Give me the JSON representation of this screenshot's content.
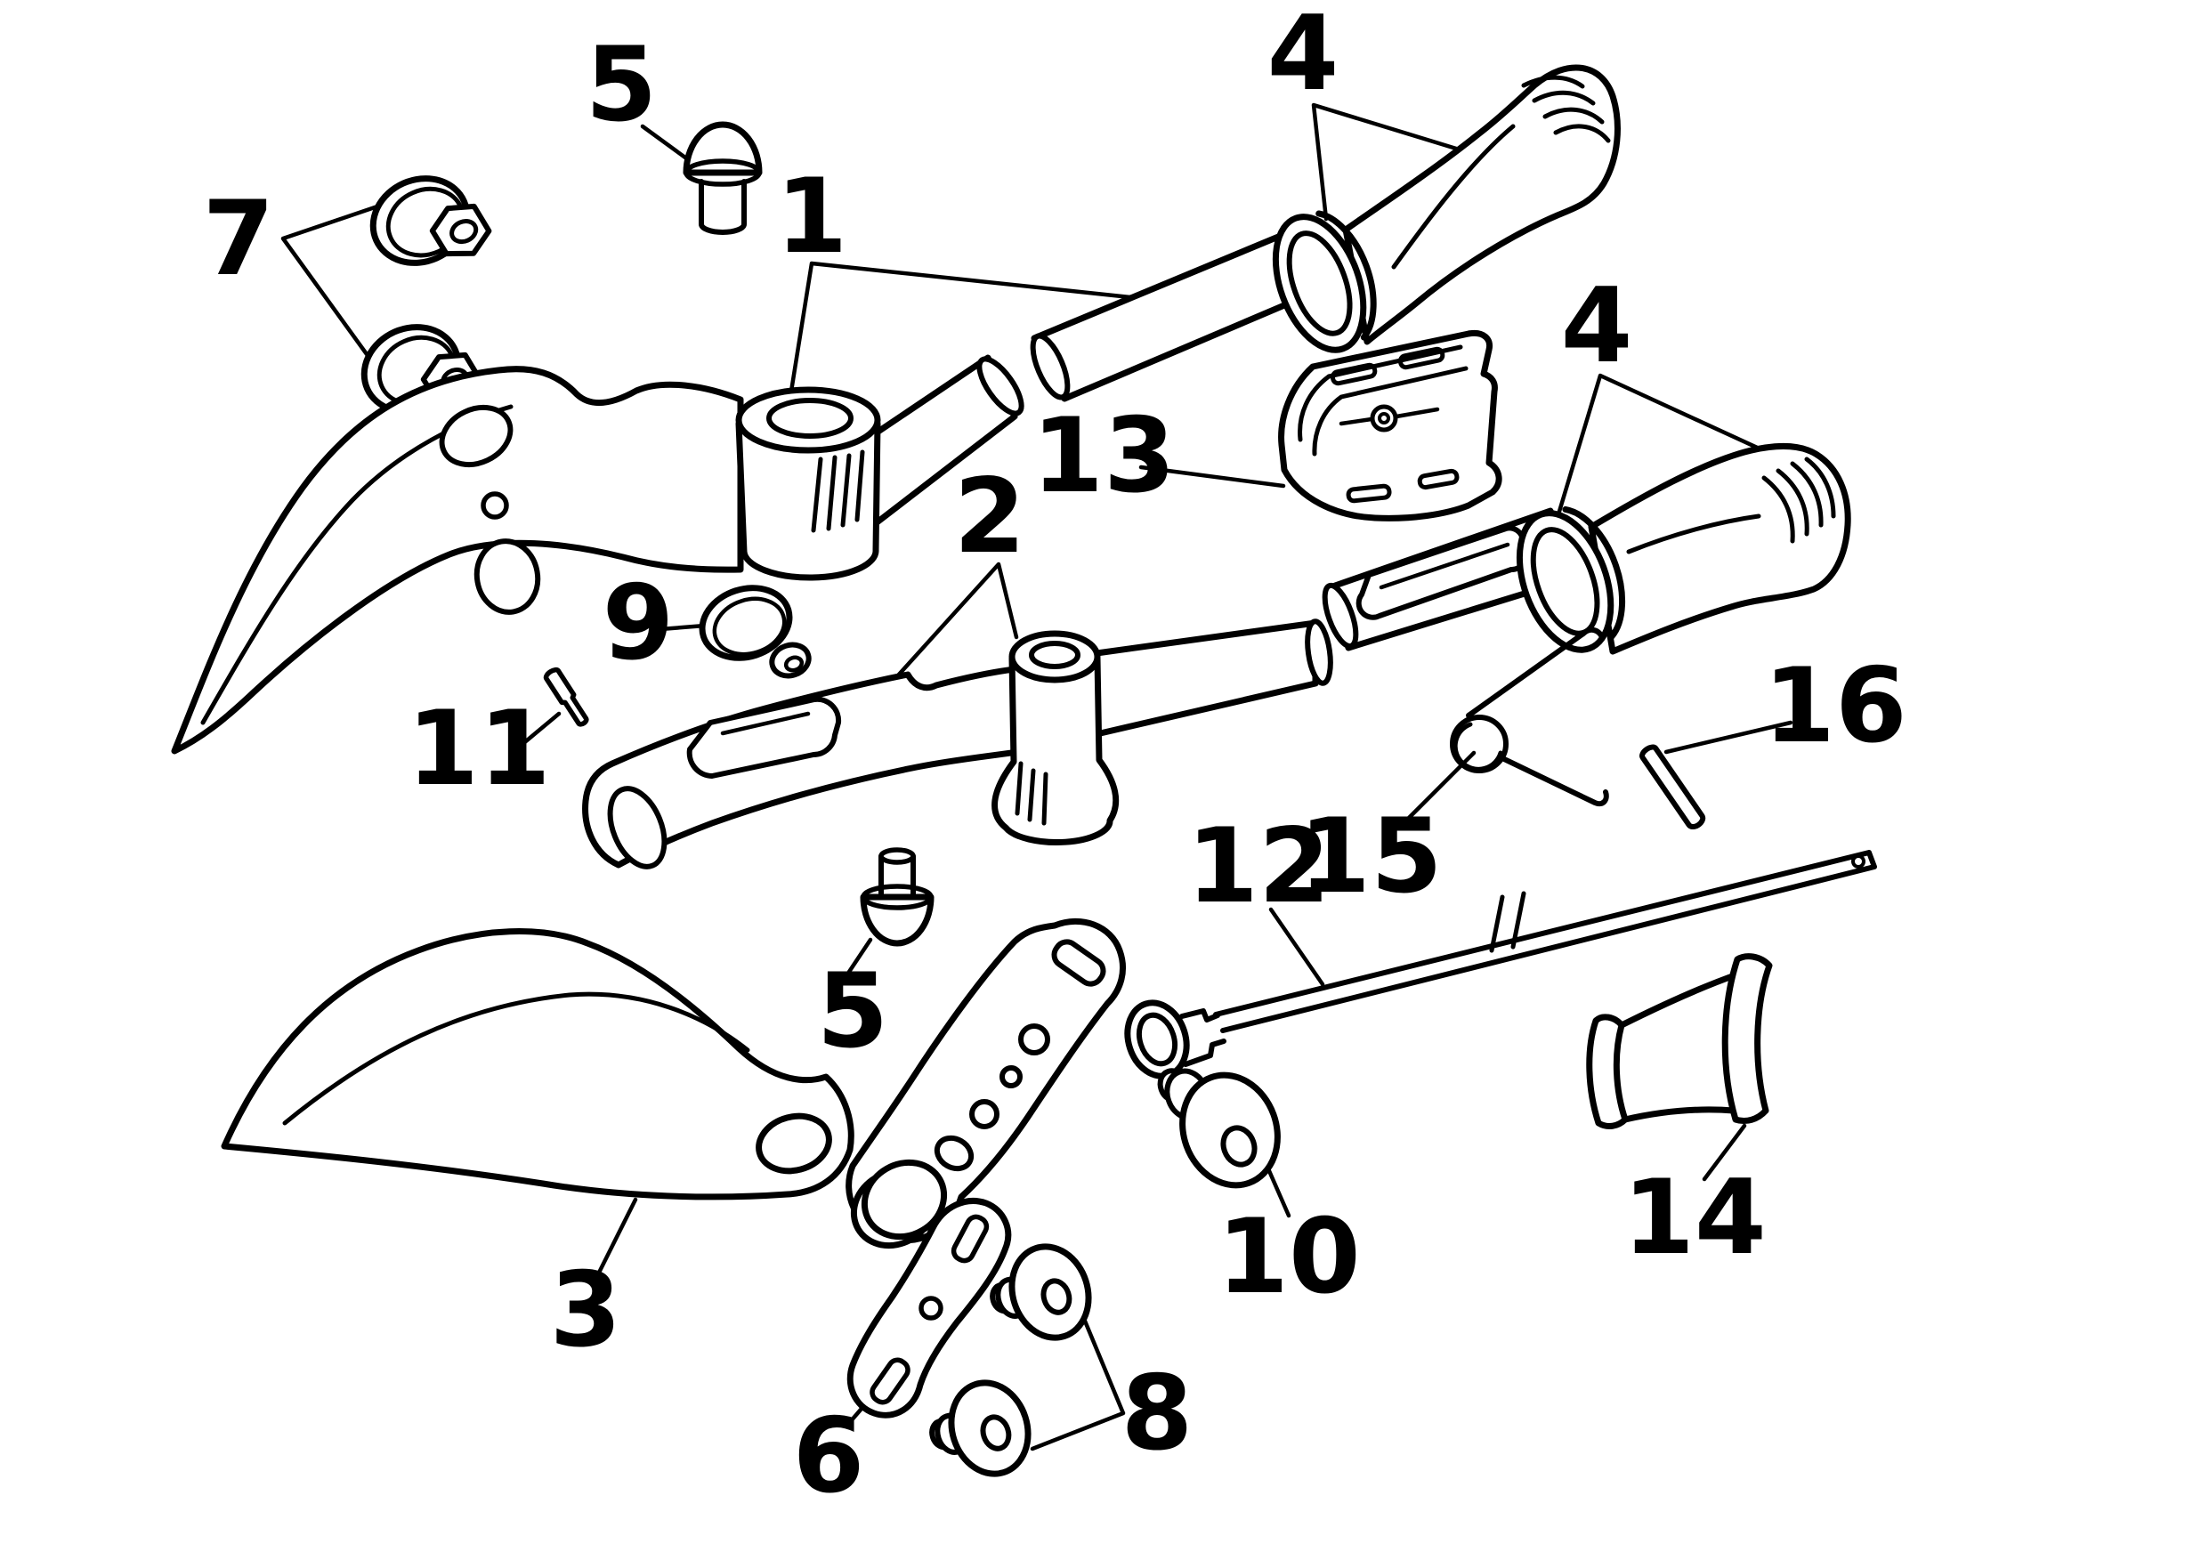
{
  "diagram": {
    "background_color": "#ffffff",
    "ink_color": "#000000",
    "callouts": [
      {
        "id": "callout-5-top",
        "text": "5"
      },
      {
        "id": "callout-7",
        "text": "7"
      },
      {
        "id": "callout-1",
        "text": "1"
      },
      {
        "id": "callout-4-top",
        "text": "4"
      },
      {
        "id": "callout-13",
        "text": "13"
      },
      {
        "id": "callout-4-right",
        "text": "4"
      },
      {
        "id": "callout-2",
        "text": "2"
      },
      {
        "id": "callout-9",
        "text": "9"
      },
      {
        "id": "callout-11",
        "text": "11"
      },
      {
        "id": "callout-16",
        "text": "16"
      },
      {
        "id": "callout-15",
        "text": "15"
      },
      {
        "id": "callout-12",
        "text": "12"
      },
      {
        "id": "callout-5-bottom",
        "text": "5"
      },
      {
        "id": "callout-10",
        "text": "10"
      },
      {
        "id": "callout-14",
        "text": "14"
      },
      {
        "id": "callout-3",
        "text": "3"
      },
      {
        "id": "callout-6",
        "text": "6"
      },
      {
        "id": "callout-8",
        "text": "8"
      }
    ]
  }
}
